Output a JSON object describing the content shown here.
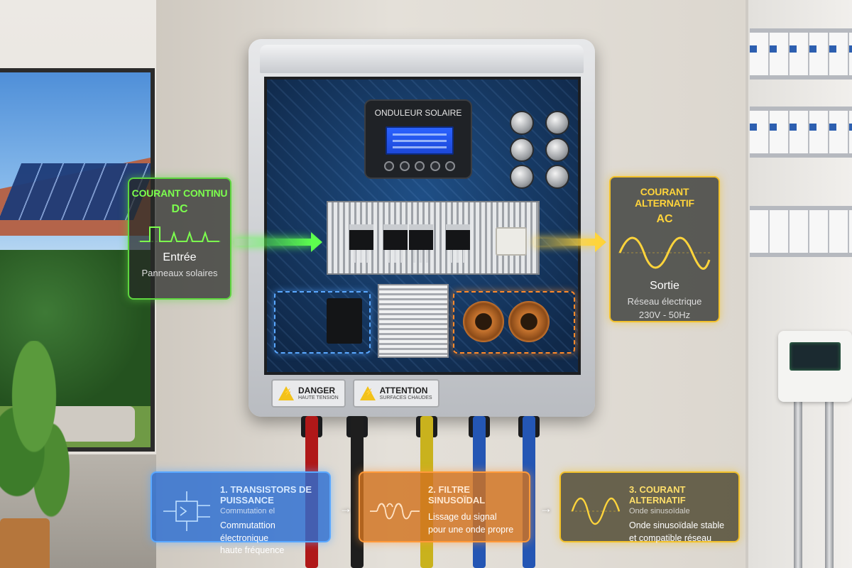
{
  "inverter": {
    "display_title": "ONDULEUR SOLAIRE",
    "warnings": [
      {
        "title": "DANGER",
        "subtitle": "HAUTE TENSION"
      },
      {
        "title": "ATTENTION",
        "subtitle": "SURFACES CHAUDES"
      }
    ]
  },
  "dc_panel": {
    "title": "COURANT CONTINU",
    "code": "DC",
    "label": "Entrée",
    "description": "Panneaux solaires",
    "accent": "#5ed63f"
  },
  "ac_panel": {
    "title": "COURANT ALTERNATIF",
    "code": "AC",
    "label": "Sortie",
    "description_line1": "Réseau électrique",
    "description_line2": "230V - 50Hz",
    "accent": "#f2c12b"
  },
  "steps": [
    {
      "title": "1. TRANSISTORS DE PUISSANCE",
      "subtitle": "Commutation el",
      "desc_line1": "Commutattion électronique",
      "desc_line2": "haute fréquence",
      "icon": "transistor-circuit-icon",
      "accent": "#5aa8ff"
    },
    {
      "title": "2. FILTRE SINUSOÏDAL",
      "subtitle": "",
      "desc_line1": "Lissage du signal",
      "desc_line2": "pour une onde propre",
      "icon": "coil-filter-icon",
      "accent": "#ff9a3a"
    },
    {
      "title": "3. COURANT ALTERNATIF",
      "subtitle": "Onde sinusoïdale",
      "desc_line1": "Onde sinusoïdale stable",
      "desc_line2": "et compatible réseau",
      "icon": "sine-wave-icon",
      "accent": "#f2c12b"
    }
  ],
  "step_separator": "→"
}
